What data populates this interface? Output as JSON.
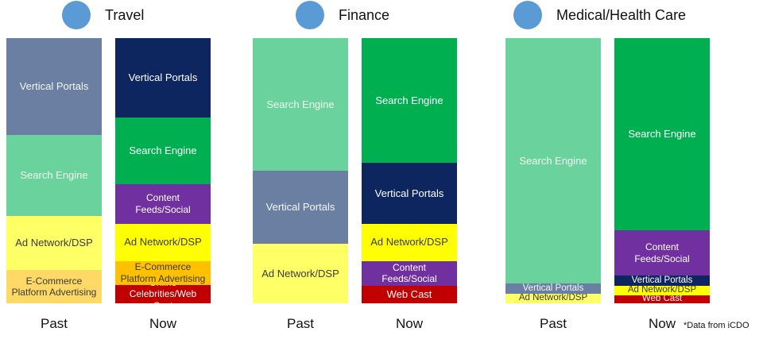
{
  "note": "*Data from iCDO",
  "colors": {
    "Vertical Portals": "#6b7fa3",
    "Vertical Portals (Now)": "#0d2660",
    "Search Engine": "#6ad29c",
    "Search Engine (Now)": "#00b050",
    "Ad Network/DSP": "#ffff66",
    "Ad Network/DSP (Now)": "#ffff00",
    "E-Commerce Platform Advertising": "#ffd966",
    "E-Commerce Platform Advertising (Now)": "#ffc000",
    "Content Feeds/Social": "#7030a0",
    "Online Celebrities/Web Cast": "#c00000",
    "Web Cast": "#c00000",
    "dot": "#5b9bd5"
  },
  "chart_data": {
    "type": "bar",
    "stacked": true,
    "normalized": true,
    "groups": [
      {
        "title": "Travel",
        "columns": [
          {
            "label": "Past",
            "segments": [
              {
                "name": "Vertical Portals",
                "color_key": "Vertical Portals",
                "value": 36.5
              },
              {
                "name": "Search Engine",
                "color_key": "Search Engine",
                "value": 30.5
              },
              {
                "name": "Ad Network/DSP",
                "color_key": "Ad Network/DSP",
                "value": 20.5
              },
              {
                "name": "E-Commerce Platform Advertising",
                "color_key": "E-Commerce Platform Advertising",
                "value": 12.5
              }
            ]
          },
          {
            "label": "Now",
            "segments": [
              {
                "name": "Vertical Portals",
                "color_key": "Vertical Portals (Now)",
                "value": 30
              },
              {
                "name": "Search Engine",
                "color_key": "Search Engine (Now)",
                "value": 25
              },
              {
                "name": "Content Feeds/Social",
                "color_key": "Content Feeds/Social",
                "value": 15
              },
              {
                "name": "Ad Network/DSP",
                "color_key": "Ad Network/DSP (Now)",
                "value": 14
              },
              {
                "name": "E-Commerce Platform Advertising",
                "color_key": "E-Commerce Platform Advertising (Now)",
                "value": 9
              },
              {
                "name": "Online Celebrities/Web Cast",
                "color_key": "Online Celebrities/Web Cast",
                "value": 7
              }
            ]
          }
        ]
      },
      {
        "title": "Finance",
        "columns": [
          {
            "label": "Past",
            "segments": [
              {
                "name": "Search Engine",
                "color_key": "Search Engine",
                "value": 50
              },
              {
                "name": "Vertical Portals",
                "color_key": "Vertical Portals",
                "value": 27.5
              },
              {
                "name": "Ad Network/DSP",
                "color_key": "Ad Network/DSP",
                "value": 22.5
              }
            ]
          },
          {
            "label": "Now",
            "segments": [
              {
                "name": "Search Engine",
                "color_key": "Search Engine (Now)",
                "value": 47
              },
              {
                "name": "Vertical Portals",
                "color_key": "Vertical Portals (Now)",
                "value": 23
              },
              {
                "name": "Ad Network/DSP",
                "color_key": "Ad Network/DSP (Now)",
                "value": 14
              },
              {
                "name": "Content Feeds/Social",
                "color_key": "Content Feeds/Social",
                "value": 9.5
              },
              {
                "name": "Web Cast",
                "color_key": "Web Cast",
                "value": 6.5
              }
            ]
          }
        ]
      },
      {
        "title": "Medical/Health Care",
        "columns": [
          {
            "label": "Past",
            "segments": [
              {
                "name": "Search Engine",
                "color_key": "Search Engine",
                "value": 92.5
              },
              {
                "name": "Vertical Portals",
                "color_key": "Vertical Portals",
                "value": 4
              },
              {
                "name": "Ad Network/DSP",
                "color_key": "Ad Network/DSP",
                "value": 3.5
              }
            ]
          },
          {
            "label": "Now",
            "segments": [
              {
                "name": "Search Engine",
                "color_key": "Search Engine (Now)",
                "value": 72.5
              },
              {
                "name": "Content Feeds/Social",
                "color_key": "Content Feeds/Social",
                "value": 17
              },
              {
                "name": "Vertical Portals",
                "color_key": "Vertical Portals (Now)",
                "value": 4
              },
              {
                "name": "Ad Network/DSP",
                "color_key": "Ad Network/DSP (Now)",
                "value": 3.5
              },
              {
                "name": "Web Cast",
                "color_key": "Web Cast",
                "value": 3
              }
            ]
          }
        ]
      }
    ]
  }
}
